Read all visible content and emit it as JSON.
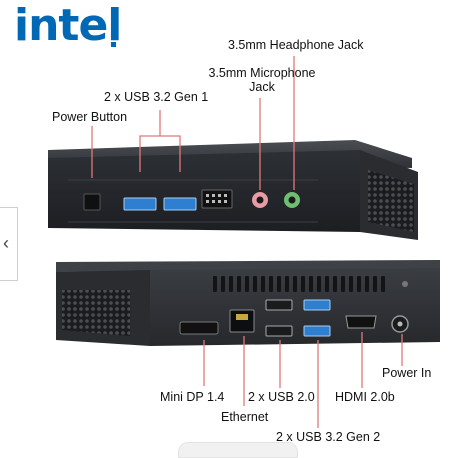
{
  "brand": {
    "name": "intel"
  },
  "nav": {
    "prev_glyph": "‹"
  },
  "front_labels": {
    "headphone": "3.5mm Headphone Jack",
    "microphone_line1": "3.5mm Microphone",
    "microphone_line2": "Jack",
    "usb_front": "2 x USB 3.2 Gen 1",
    "power_button": "Power Button"
  },
  "rear_labels": {
    "mini_dp": "Mini DP 1.4",
    "ethernet": "Ethernet",
    "usb2": "2 x USB 2.0",
    "hdmi": "HDMI 2.0b",
    "power_in": "Power In",
    "usb_rear": "2 x USB 3.2 Gen 2"
  },
  "colors": {
    "brand_blue": "#0068b5",
    "usb3_blue": "#2e7fd0",
    "mic_pink": "#e89aa5",
    "headphone_green": "#6fbf73",
    "chassis": "#2b2e33",
    "leader_line": "#e0787a"
  }
}
